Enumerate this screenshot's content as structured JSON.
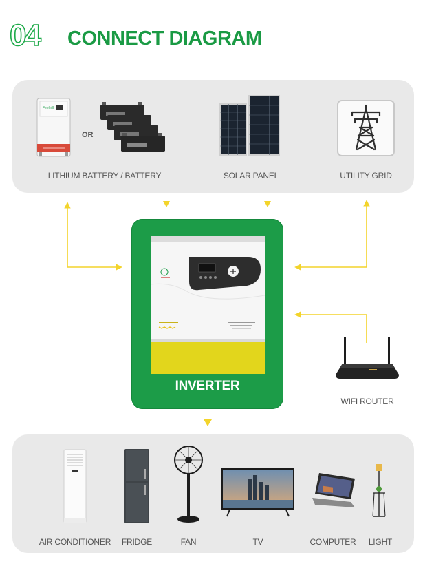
{
  "heading": {
    "number": "04",
    "title": "CONNECT DIAGRAM"
  },
  "sources": {
    "battery_or": "OR",
    "battery_label": "LITHIUM BATTERY / BATTERY",
    "solar_label": "SOLAR PANEL",
    "grid_label": "UTILITY GRID"
  },
  "inverter": {
    "label": "INVERTER"
  },
  "router": {
    "label": "WIFI ROUTER"
  },
  "loads": [
    {
      "label": "AIR CONDITIONER"
    },
    {
      "label": "FRIDGE"
    },
    {
      "label": "FAN"
    },
    {
      "label": "TV"
    },
    {
      "label": "COMPUTER"
    },
    {
      "label": "LIGHT"
    }
  ],
  "colors": {
    "brand_green": "#1c9c48",
    "arrow_yellow": "#f3d42b",
    "panel_gray": "#e9e9e9",
    "inverter_yellow": "#e2d61c"
  }
}
